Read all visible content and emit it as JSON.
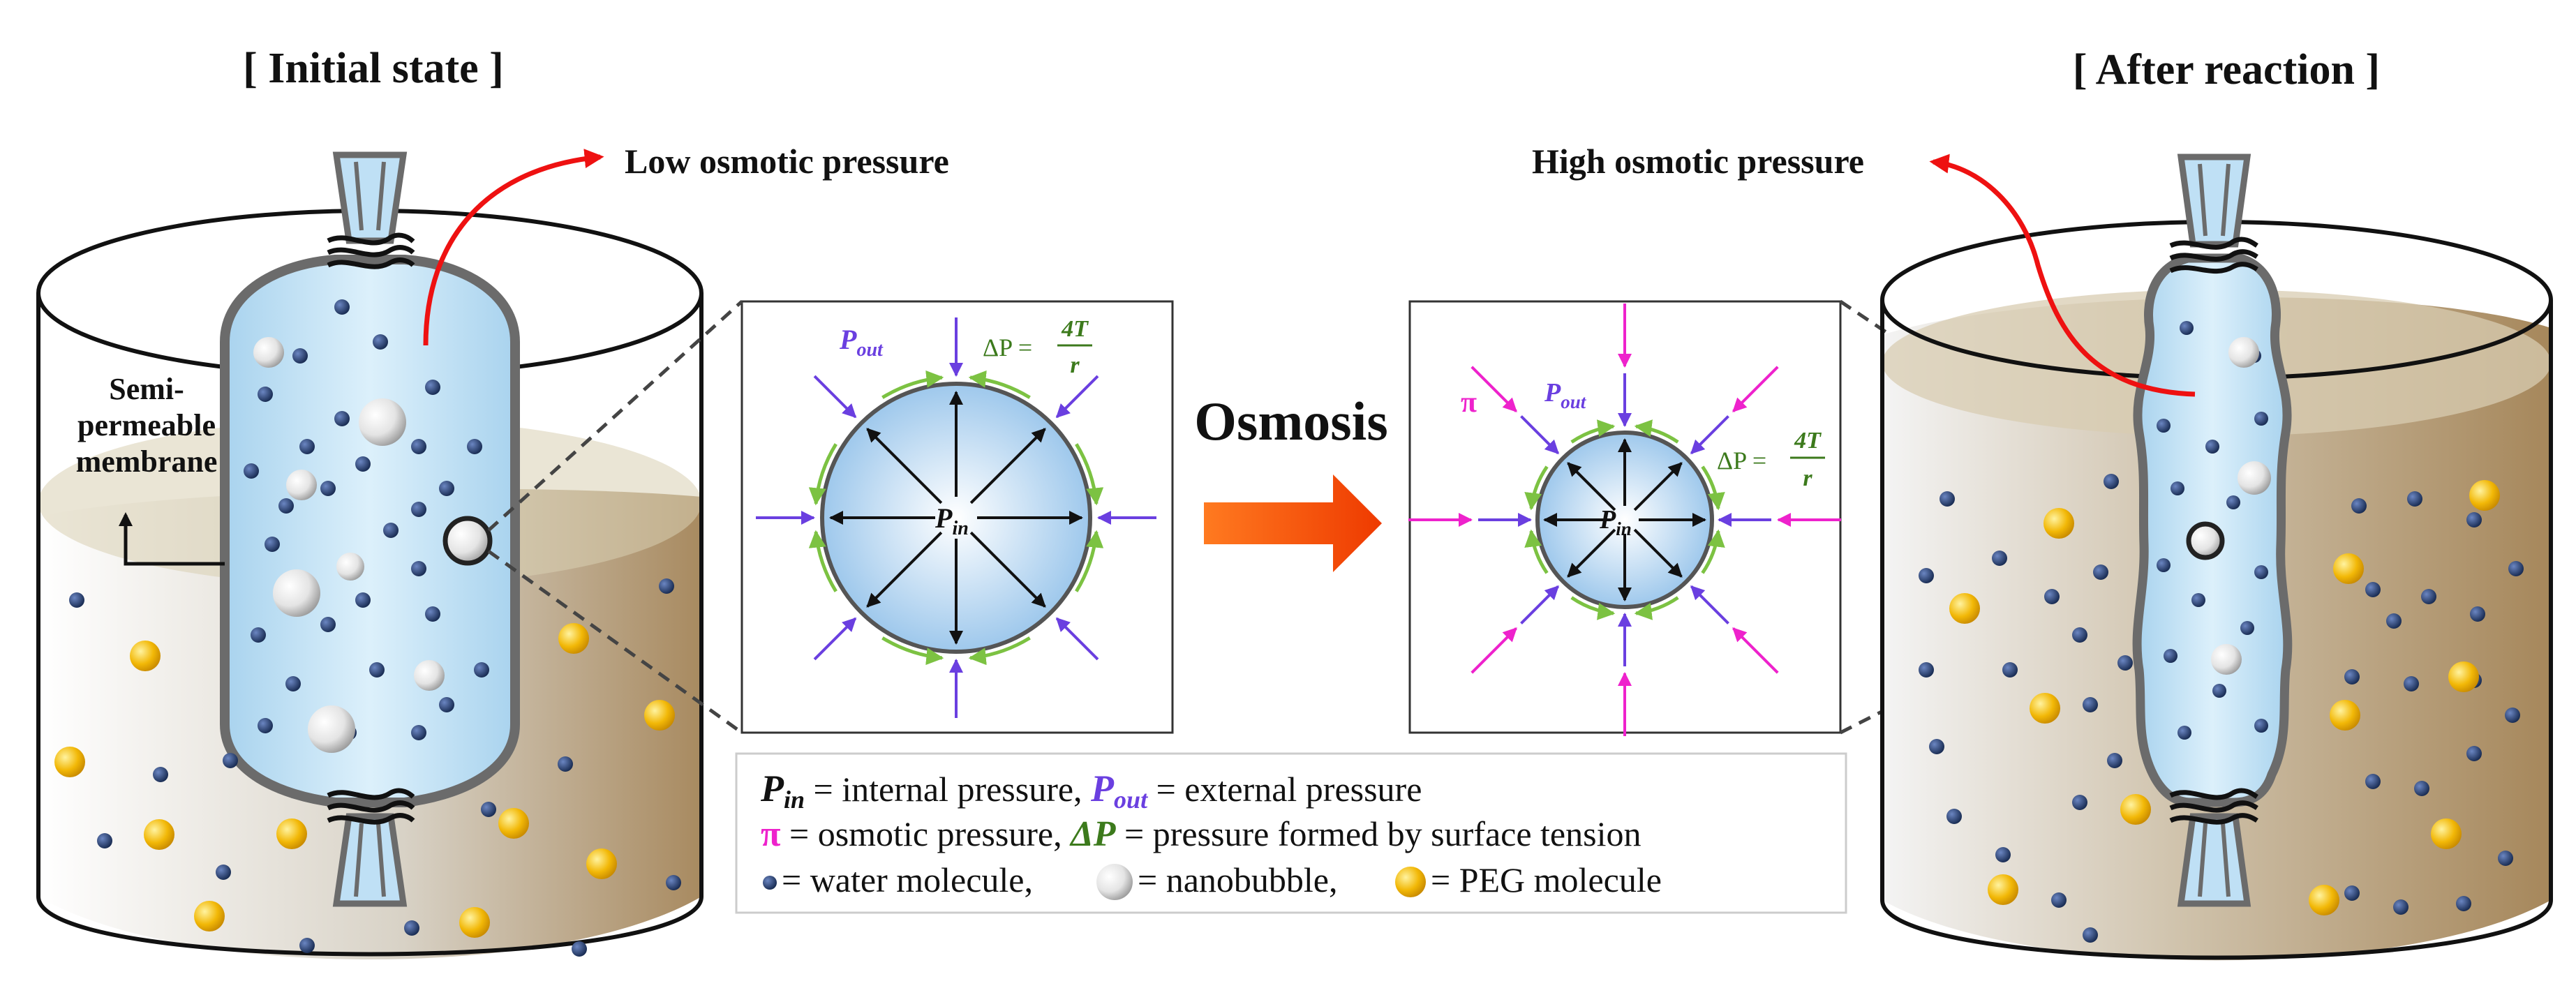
{
  "titles": {
    "left": "[ Initial state ]",
    "right": "[ After reaction ]"
  },
  "callouts": {
    "low": "Low osmotic pressure",
    "high": "High osmotic pressure"
  },
  "membrane_label": [
    "Semi-",
    "permeable",
    "membrane"
  ],
  "arrow_label": "Osmosis",
  "inset_labels": {
    "p_out": "P",
    "p_out_sub": "out",
    "p_in": "P",
    "p_in_sub": "in",
    "delta_p": "ΔP =",
    "frac_num": "4T",
    "frac_den": "r",
    "pi": "π"
  },
  "legend": {
    "row1": {
      "sym1": "P",
      "sub1": "in",
      "text1": " = internal pressure,  ",
      "sym2": "P",
      "sub2": "out",
      "text2": " = external pressure"
    },
    "row2": {
      "sym1": "π",
      "text1": " = osmotic pressure,  ",
      "sym2": "ΔP",
      "text2": " = pressure formed by surface tension"
    },
    "row3": {
      "text1": " = water molecule, ",
      "text2": " = nanobubble, ",
      "text3": " = PEG molecule"
    }
  },
  "colors": {
    "water_molecule": "#1f3a6e",
    "peg_molecule": "#f2b807",
    "nanobubble": "#eeeeee",
    "inner_solution": "#bfe0f5",
    "outer_liquid_left": "#ffffff",
    "outer_liquid_right": "#a88a60",
    "p_out": "#6a3fe0",
    "delta_p": "#3c7a1c",
    "surface_tension_arrow": "#7cc242",
    "pi": "#ee22cc",
    "callout_arrow": "#ee1111",
    "osmosis_arrow": "#ff5a14",
    "device_outline": "#6b6b6b"
  }
}
